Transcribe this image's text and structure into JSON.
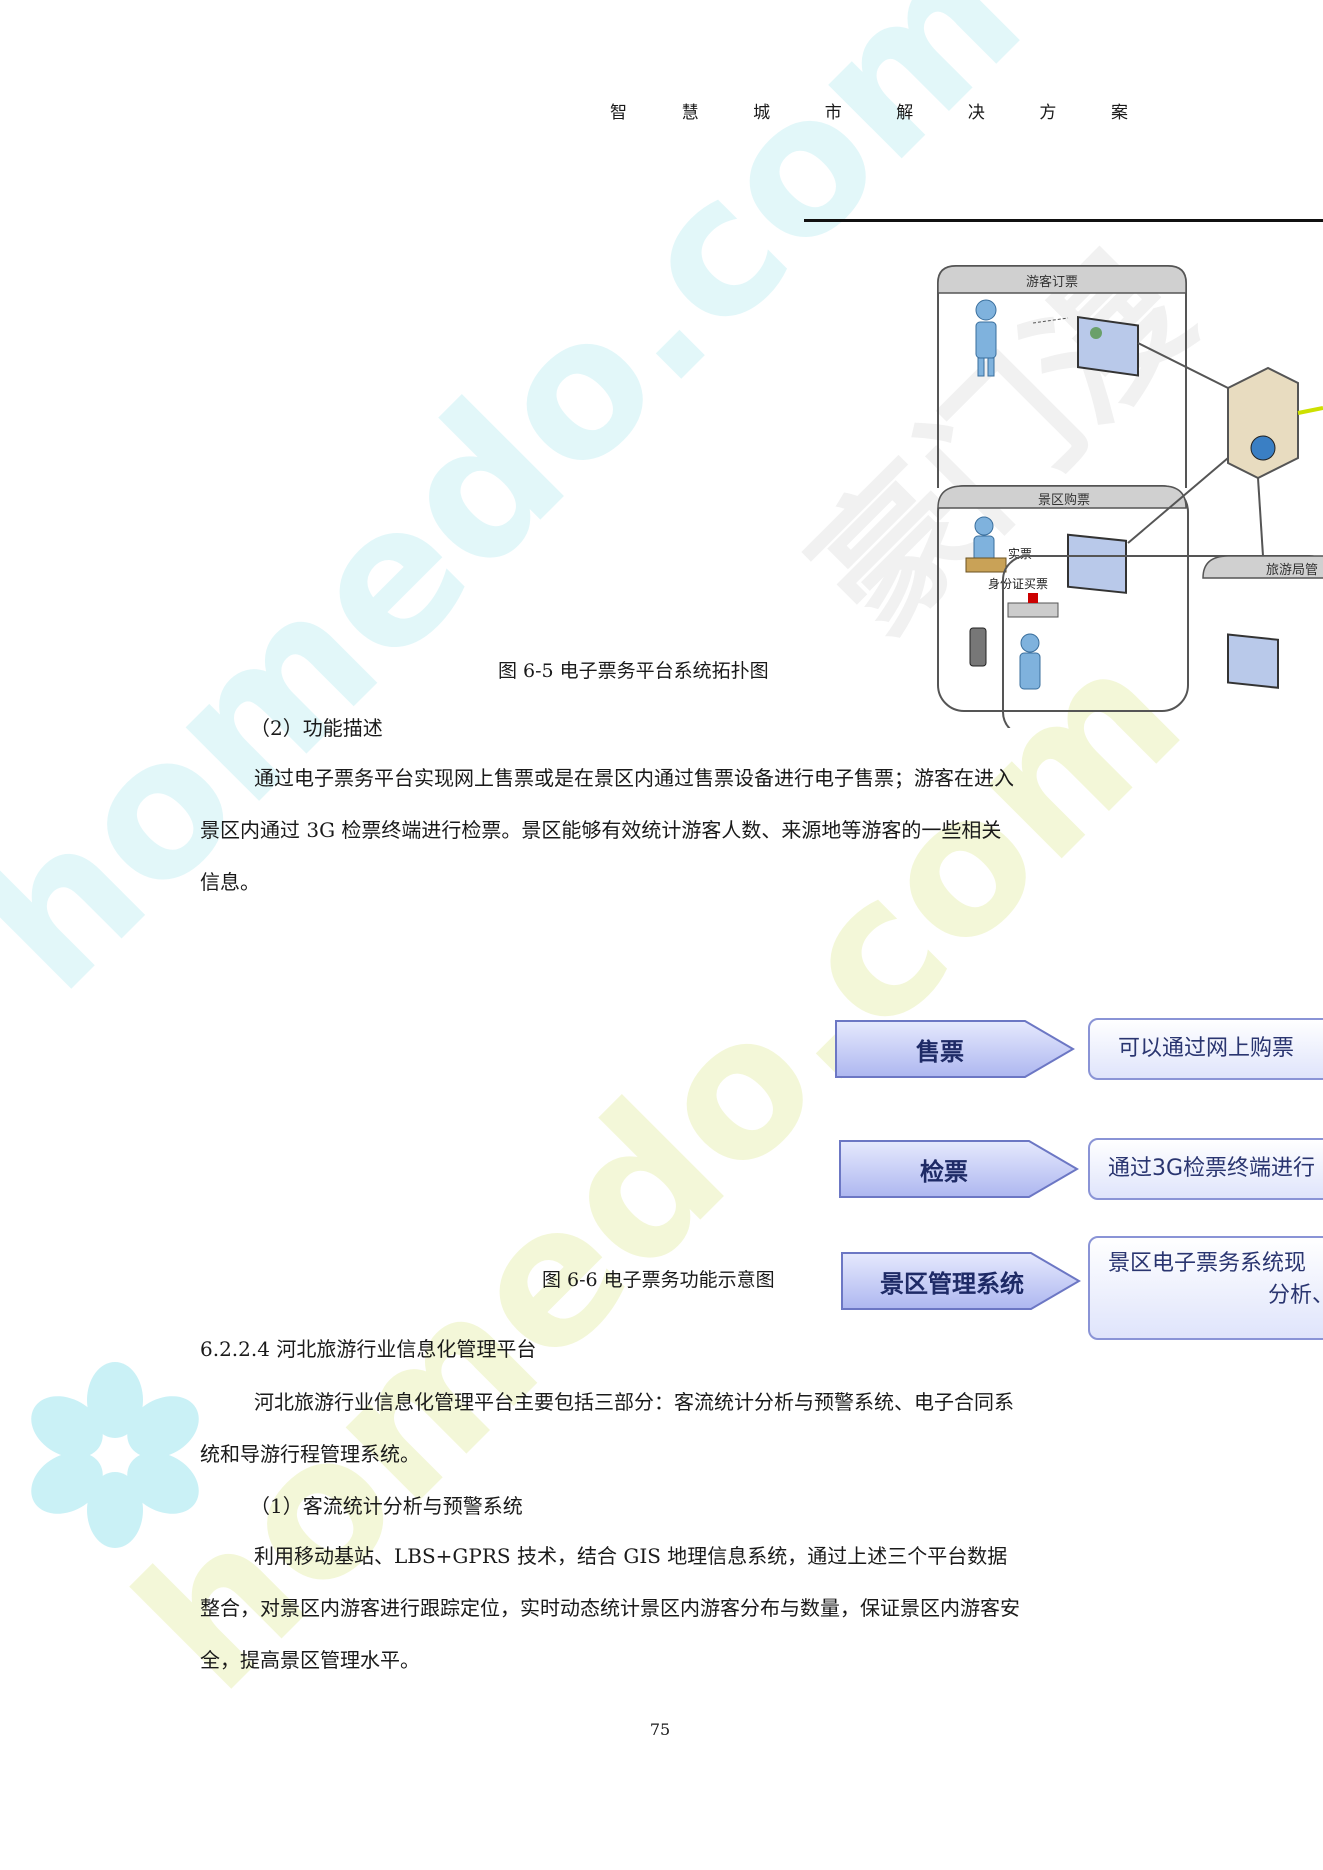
{
  "header": {
    "chars": [
      "智",
      "慧",
      "城",
      "市",
      "解",
      "决",
      "方",
      "案"
    ]
  },
  "figure_6_5": {
    "caption": "图 6-5 电子票务平台系统拓扑图",
    "panel_top": "游客订票",
    "panel_mid": "景区购票",
    "panel_right": "旅游局管",
    "label_ticket": "实票",
    "label_idcard": "身份证买票"
  },
  "section_func": {
    "title": "（2）功能描述"
  },
  "para1": "通过电子票务平台实现网上售票或是在景区内通过售票设备进行电子售票；游客在进入景区内通过 3G 检票终端进行检票。景区能够有效统计游客人数、来源地等游客的一些相关信息。",
  "figure_6_6": {
    "caption": "图 6-6 电子票务功能示意图",
    "rows": [
      {
        "label": "售票",
        "desc": "可以通过网上购票"
      },
      {
        "label": "检票",
        "desc": "通过3G检票终端进行"
      },
      {
        "label": "景区管理系统",
        "desc": "景区电子票务系统现",
        "desc2": "分析、"
      }
    ]
  },
  "section_624": {
    "title": "6.2.2.4 河北旅游行业信息化管理平台"
  },
  "para2": "河北旅游行业信息化管理平台主要包括三部分：客流统计分析与预警系统、电子合同系统和导游行程管理系统。",
  "section_flow": {
    "title": "（1）客流统计分析与预警系统"
  },
  "para3": "利用移动基站、LBS+GPRS 技术，结合 GIS 地理信息系统，通过上述三个平台数据整合，对景区内游客进行跟踪定位，实时动态统计景区内游客分布与数量，保证景区内游客安全，提高景区管理水平。",
  "page_number": "75",
  "watermark": {
    "text": "homedo.com",
    "text2": "豪门漫"
  },
  "colors": {
    "box_fill": "#c9cff7",
    "box_border": "#7f89cf",
    "watermark_cyan": "#8fe3ee",
    "watermark_yellow": "#eef4b0"
  }
}
